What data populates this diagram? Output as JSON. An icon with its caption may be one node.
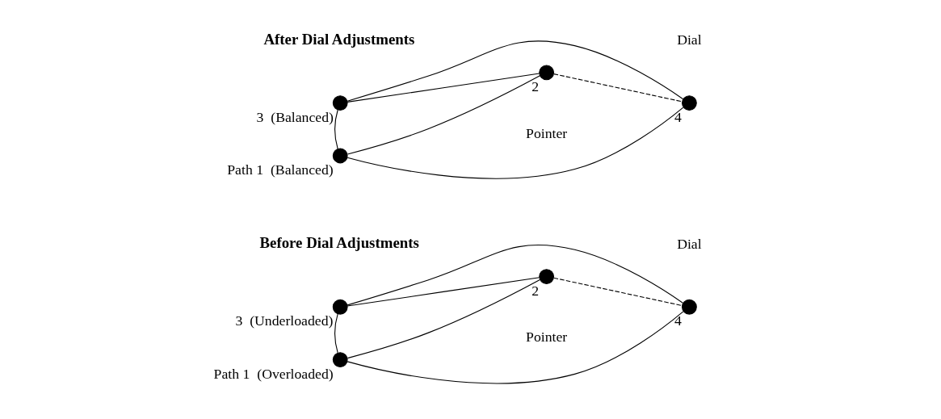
{
  "diagram": {
    "nodes": [
      {
        "text": [],
        "shape": "circle",
        "beside": [
          "Path 1",
          "(Overloaded)"
        ]
      },
      {
        "text": [],
        "shape": "circle",
        "beside": [
          "2"
        ]
      },
      {
        "text": [],
        "shape": "circle",
        "beside": [
          "3",
          "(Underloaded)"
        ]
      },
      {
        "text": [],
        "shape": "circle",
        "beside": [
          "4"
        ]
      },
      {
        "text": [],
        "shape": "circle",
        "beside": [
          "Path 1",
          "(Balanced)"
        ]
      },
      {
        "text": [],
        "shape": "circle",
        "beside": [
          "2"
        ]
      },
      {
        "text": [],
        "shape": "circle",
        "beside": [
          "3",
          "(Balanced)"
        ]
      },
      {
        "text": [],
        "shape": "circle",
        "beside": [
          "4"
        ]
      }
    ],
    "edges": [
      {
        "from": 0,
        "to": 1,
        "arrow": "none"
      },
      {
        "from": 0,
        "to": 2,
        "arrow": "none"
      },
      {
        "from": 0,
        "to": 3,
        "arrow": "none"
      },
      {
        "from": 1,
        "to": 3,
        "arrow": "none",
        "style": "dashed"
      },
      {
        "from": 1,
        "to": 2,
        "arrow": "none"
      },
      {
        "from": 2,
        "to": 3,
        "arrow": "none"
      },
      {
        "from": 4,
        "to": 5,
        "arrow": "none"
      },
      {
        "from": 4,
        "to": 6,
        "arrow": "none"
      },
      {
        "from": 4,
        "to": 7,
        "arrow": "none"
      },
      {
        "from": 5,
        "to": 7,
        "arrow": "none",
        "style": "dashed"
      },
      {
        "from": 5,
        "to": 6,
        "arrow": "none"
      },
      {
        "from": 6,
        "to": 7,
        "arrow": "none"
      }
    ],
    "labels": [
      "Pointer",
      "Dial",
      "Before Dial Adjustments",
      "Pointer",
      "Dial",
      "After Dial Adjustments"
    ]
  }
}
